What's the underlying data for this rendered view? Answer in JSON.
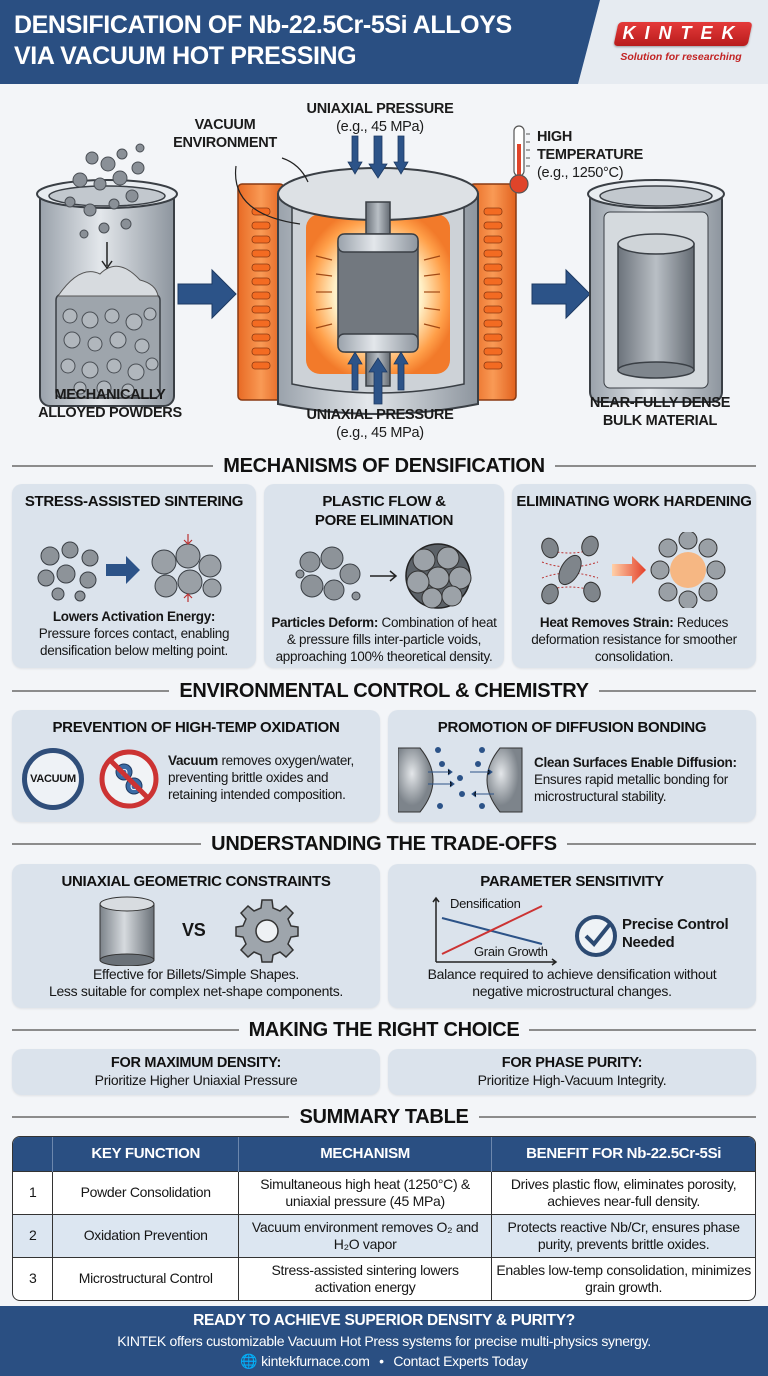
{
  "header": {
    "title_line1": "DENSIFICATION OF Nb-22.5Cr-5Si ALLOYS",
    "title_line2": "VIA VACUUM HOT PRESSING",
    "logo_text": "KINTEK",
    "logo_tagline": "Solution for researching",
    "brand_color": "#2a4f82",
    "logo_color": "#d32a2a"
  },
  "hero": {
    "input_label_line1": "MECHANICALLY",
    "input_label_line2": "ALLOYED POWDERS",
    "vacuum_label_line1": "VACUUM",
    "vacuum_label_line2": "ENVIRONMENT",
    "pressure_top_label": "UNIAXIAL PRESSURE",
    "pressure_top_value": "(e.g., 45 MPa)",
    "pressure_bottom_label": "UNIAXIAL PRESSURE",
    "pressure_bottom_value": "(e.g., 45 MPa)",
    "temp_label_line1": "HIGH",
    "temp_label_line2": "TEMPERATURE",
    "temp_value": "(e.g., 1250°C)",
    "output_label_line1": "NEAR-FULLY DENSE",
    "output_label_line2": "BULK MATERIAL"
  },
  "mechanisms": {
    "title": "MECHANISMS OF DENSIFICATION",
    "cards": [
      {
        "title": "STRESS-ASSISTED SINTERING",
        "bold": "Lowers Activation Energy:",
        "text": "Pressure forces contact, enabling densification below melting point."
      },
      {
        "title_line1": "PLASTIC FLOW &",
        "title_line2": "PORE ELIMINATION",
        "bold": "Particles Deform:",
        "text": "Combination of heat & pressure fills inter-particle voids, approaching 100% theoretical density."
      },
      {
        "title": "ELIMINATING WORK HARDENING",
        "bold": "Heat Removes Strain:",
        "text": "Reduces deformation resistance for smoother consolidation."
      }
    ]
  },
  "environment": {
    "title": "ENVIRONMENTAL CONTROL & CHEMISTRY",
    "cards": [
      {
        "title": "PREVENTION OF HIGH-TEMP OXIDATION",
        "icon_label": "VACUUM",
        "bold": "Vacuum",
        "text": "removes oxygen/water, preventing brittle oxides and retaining intended composition."
      },
      {
        "title": "PROMOTION OF DIFFUSION BONDING",
        "bold": "Clean Surfaces Enable Diffusion:",
        "text": "Ensures rapid metallic bonding for microstructural stability."
      }
    ]
  },
  "tradeoffs": {
    "title": "UNDERSTANDING THE TRADE-OFFS",
    "cards": [
      {
        "title": "UNIAXIAL GEOMETRIC CONSTRAINTS",
        "vs": "VS",
        "text_line1": "Effective for Billets/Simple Shapes.",
        "text_line2": "Less suitable for complex net-shape components."
      },
      {
        "title": "PARAMETER SENSITIVITY",
        "chart_label_top": "Densification",
        "chart_label_bottom": "Grain Growth",
        "badge_line1": "Precise Control",
        "badge_line2": "Needed",
        "text_line1": "Balance required to achieve densification without",
        "text_line2": "negative microstructural changes."
      }
    ]
  },
  "choice": {
    "title": "MAKING THE RIGHT CHOICE",
    "cards": [
      {
        "title": "FOR MAXIMUM DENSITY:",
        "text": "Prioritize Higher Uniaxial Pressure"
      },
      {
        "title": "FOR PHASE PURITY:",
        "text": "Prioritize High-Vacuum Integrity."
      }
    ]
  },
  "summary": {
    "title": "SUMMARY TABLE",
    "headers": [
      "",
      "KEY FUNCTION",
      "MECHANISM",
      "BENEFIT FOR Nb-22.5Cr-5Si"
    ],
    "rows": [
      {
        "num": "1",
        "function": "Powder Consolidation",
        "mechanism": "Simultaneous high heat (1250°C) & uniaxial pressure (45 MPa)",
        "benefit": "Drives plastic flow, eliminates porosity, achieves near-full density."
      },
      {
        "num": "2",
        "function": "Oxidation Prevention",
        "mechanism": "Vacuum environment removes O₂ and H₂O vapor",
        "benefit": "Protects reactive Nb/Cr, ensures phase purity, prevents brittle oxides."
      },
      {
        "num": "3",
        "function": "Microstructural Control",
        "mechanism": "Stress-assisted sintering lowers activation energy",
        "benefit": "Enables low-temp consolidation, minimizes grain growth."
      }
    ]
  },
  "footer": {
    "headline": "READY TO ACHIEVE SUPERIOR DENSITY & PURITY?",
    "text": "KINTEK offers customizable Vacuum Hot Press systems for precise multi-physics synergy.",
    "website": "kintekfurnace.com",
    "separator": "•",
    "cta": "Contact Experts Today"
  }
}
